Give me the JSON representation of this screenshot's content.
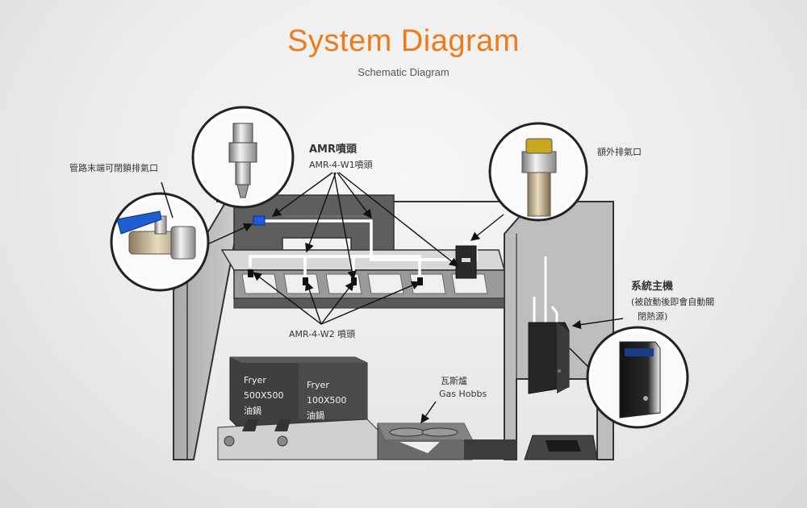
{
  "header": {
    "title": "System Diagram",
    "subtitle": "Schematic Diagram"
  },
  "labels": {
    "pipe_end_valve": "管路末端可閉鎖排氣口",
    "amr_nozzle_title": "AMR噴頭",
    "amr_w1": "AMR-4-W1噴頭",
    "extra_vent": "額外排氣口",
    "system_host_title": "系統主機",
    "system_host_line1": "(被啟動後即會自動關",
    "system_host_line2": "閉熱源)",
    "amr_w2": "AMR-4-W2 噴頭",
    "gas_hobbs_cn": "瓦斯爐",
    "gas_hobbs_en": "Gas Hobbs"
  },
  "fryer1": {
    "line1": "Fryer",
    "line2": "500X500",
    "line3": "油鍋"
  },
  "fryer2": {
    "line1": "Fryer",
    "line2": "100X500",
    "line3": "油鍋"
  },
  "colors": {
    "title": "#f07a1a",
    "cabinet_wall": "#bfbfbf",
    "cabinet_dark": "#777777",
    "pipe": "#ffffff",
    "valve_blue": "#1a5adc"
  }
}
